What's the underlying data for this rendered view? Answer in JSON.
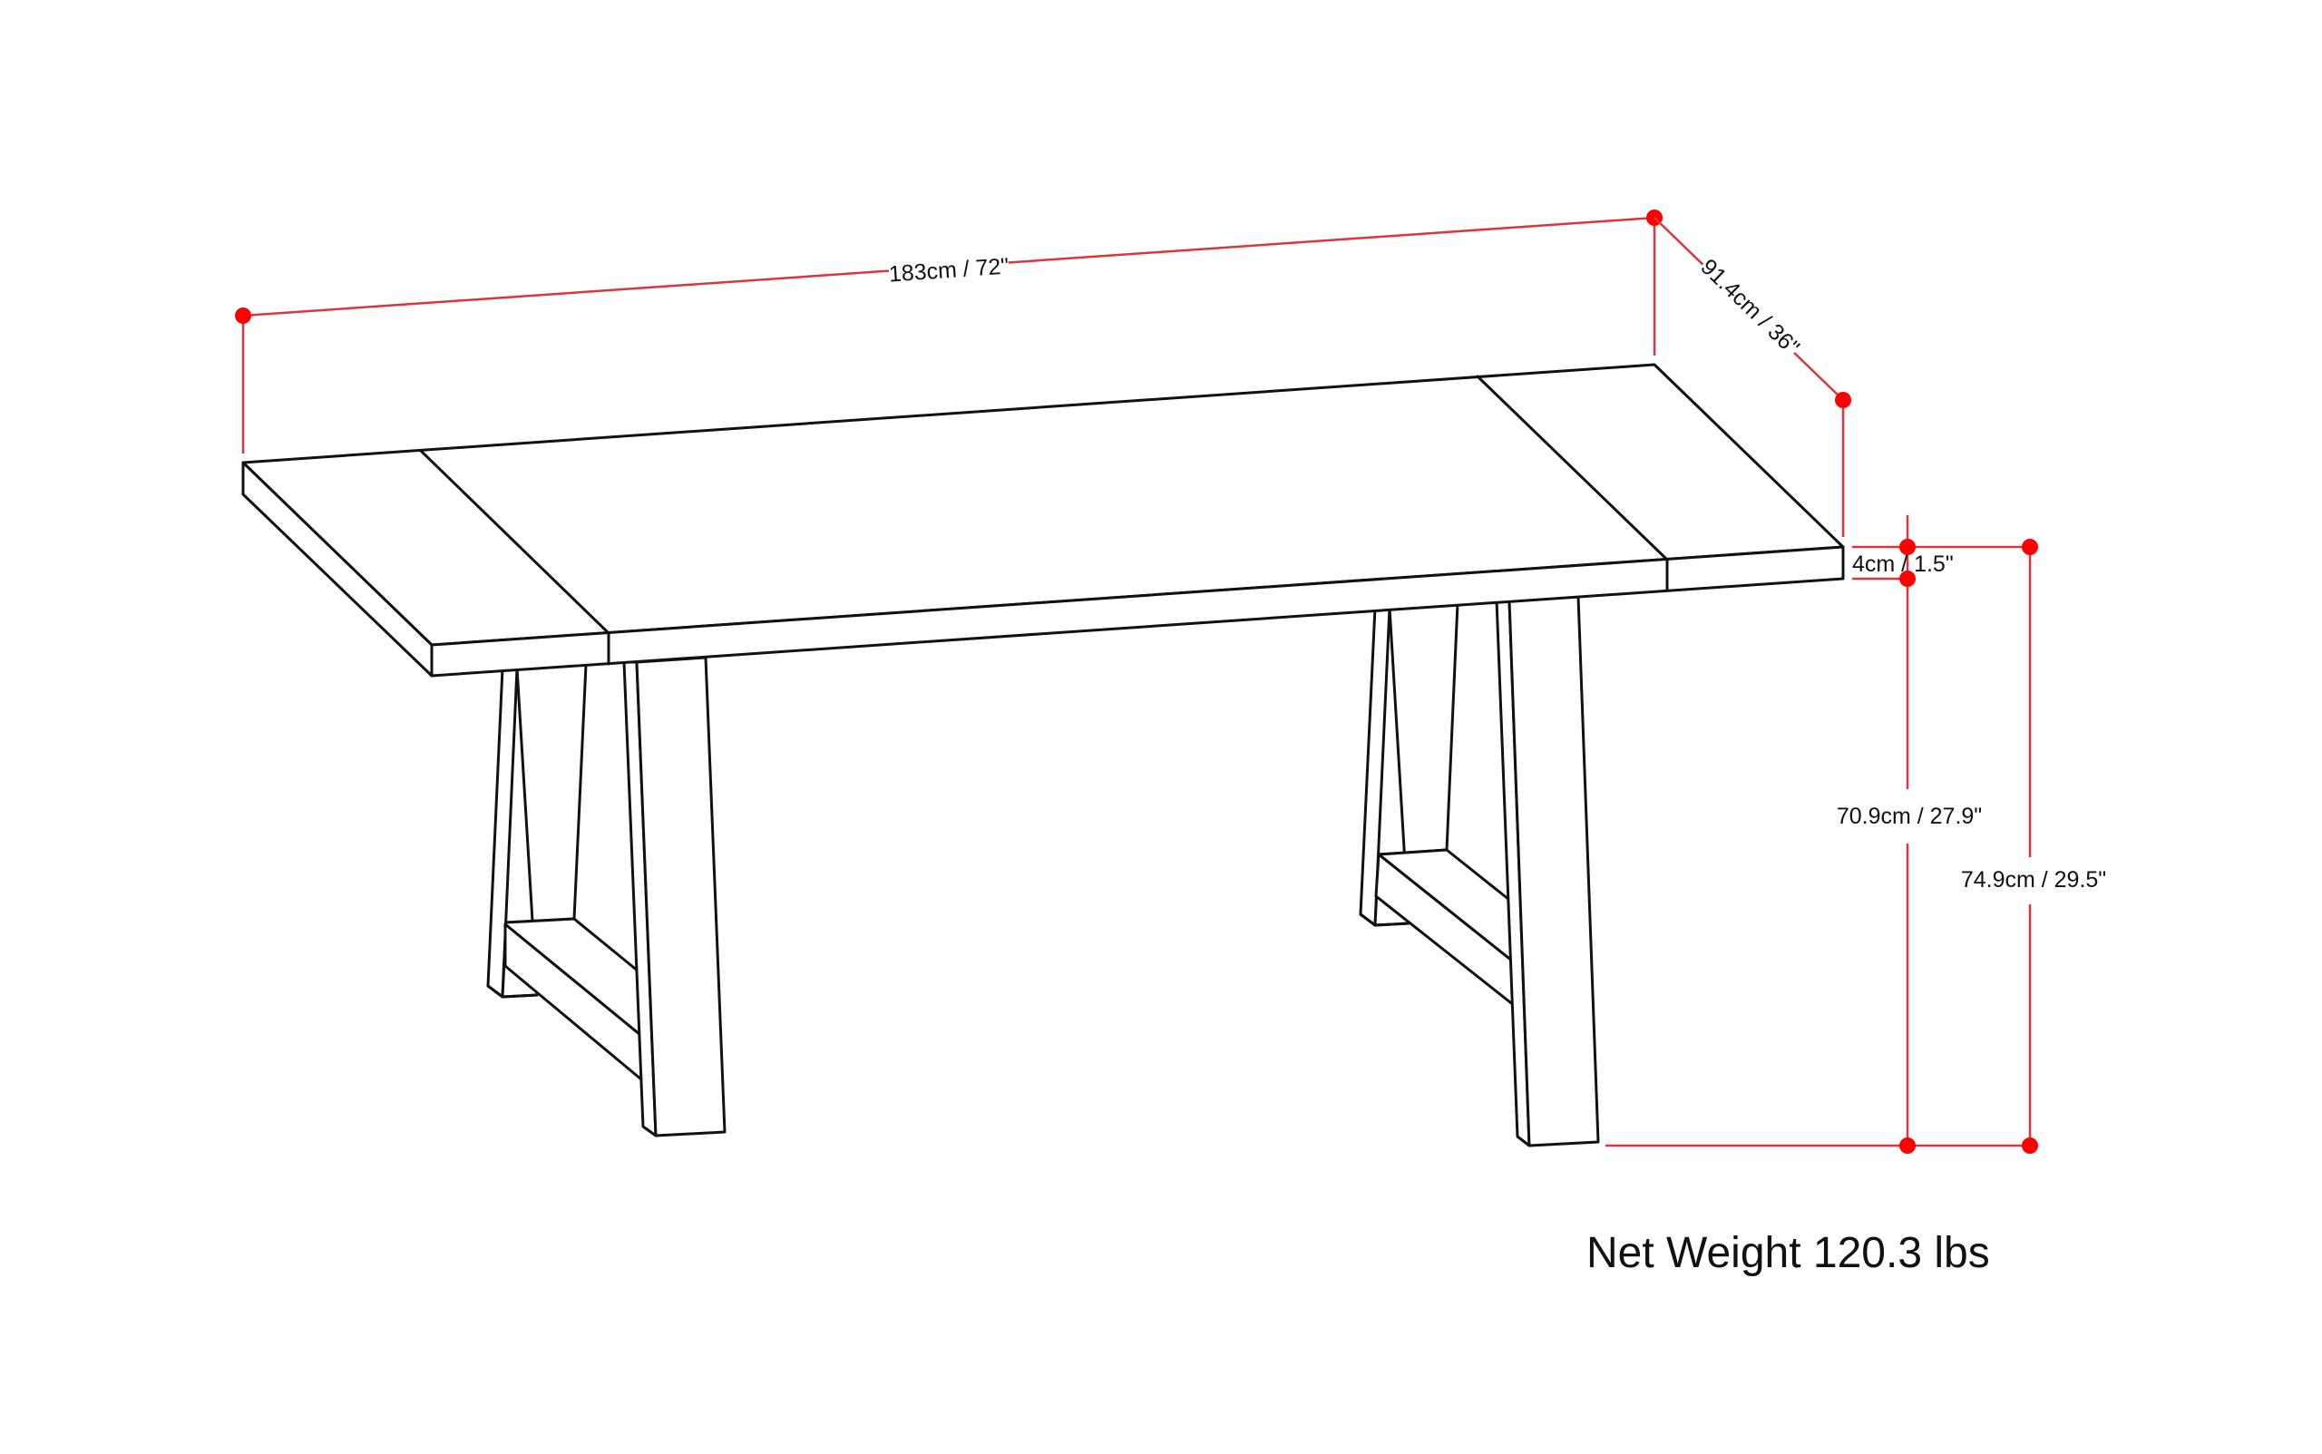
{
  "diagram": {
    "subject": "Rectangular trestle dining table, line drawing with dimensions",
    "colors": {
      "outline": "#111111",
      "dimension_line": "#d9363e",
      "dimension_dot": "#ff0000",
      "background": "#ffffff"
    },
    "dimensions": {
      "length": {
        "label": "183cm / 72\""
      },
      "depth": {
        "label": "91.4cm / 36\""
      },
      "top_thickness": {
        "label": "4cm / 1.5\""
      },
      "clearance_height": {
        "label": "70.9cm / 27.9\""
      },
      "overall_height": {
        "label": "74.9cm / 29.5\""
      }
    },
    "net_weight": {
      "label": "Net Weight 120.3 lbs"
    }
  }
}
